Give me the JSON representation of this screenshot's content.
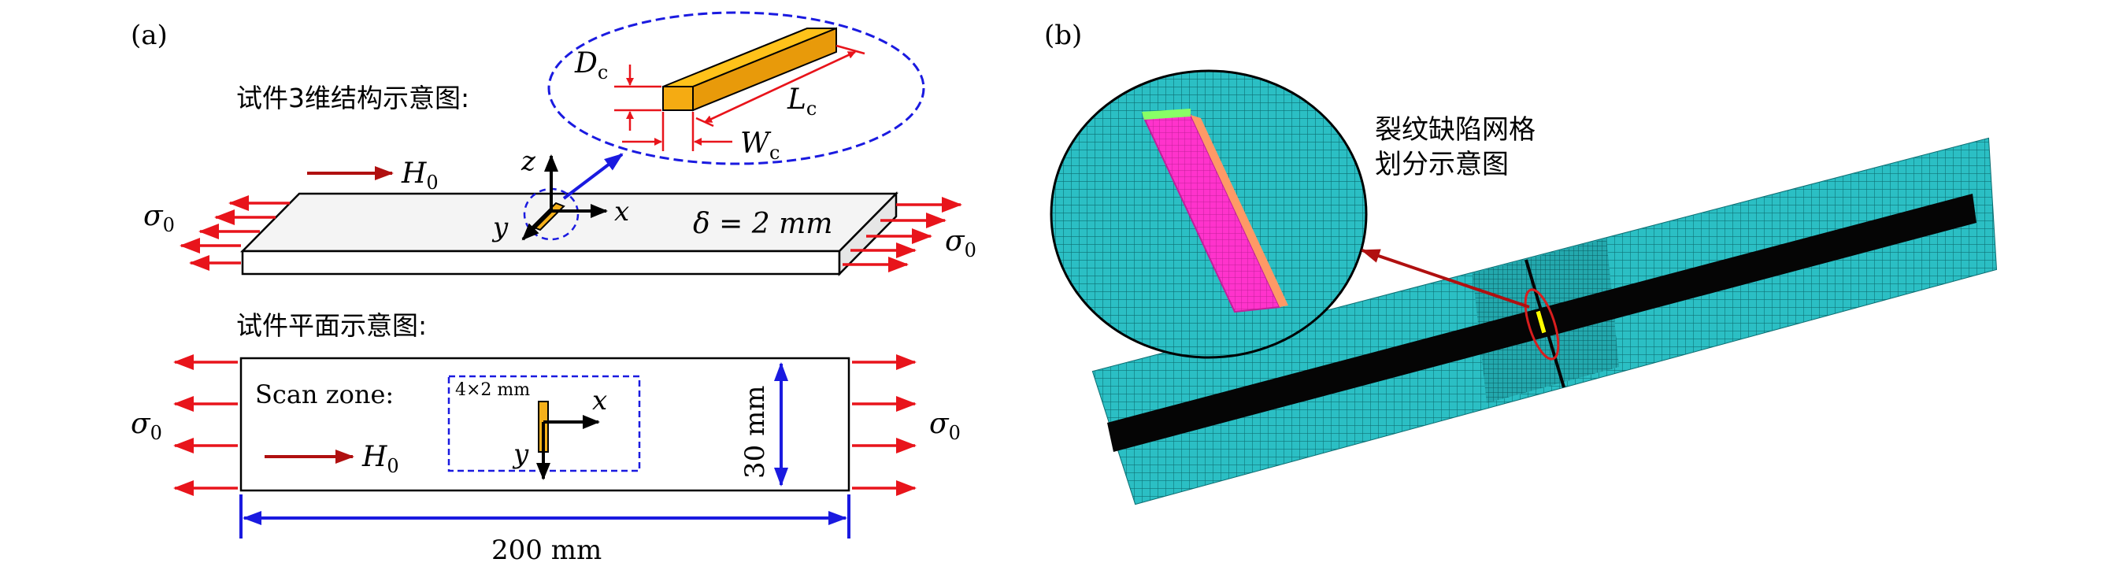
{
  "panel_a": {
    "label": "(a)",
    "title_3d": "试件3维结构示意图:",
    "title_plan": "试件平面示意图:",
    "H0": "H",
    "H0_sub": "0",
    "sigma": "σ",
    "sigma_sub": "0",
    "axis_x": "x",
    "axis_y": "y",
    "axis_z": "z",
    "thickness": "δ = 2 mm",
    "Dc": "D",
    "Lc": "L",
    "Wc": "W",
    "c_sub": "c",
    "scan_zone": "Scan zone:",
    "scan_size": "4×2 mm",
    "width": "30 mm",
    "length": "200 mm"
  },
  "panel_b": {
    "label": "(b)",
    "caption_line1": "裂纹缺陷网格",
    "caption_line2": "划分示意图"
  },
  "colors": {
    "stress_arrow": "#e8141b",
    "field_arrow": "#b01010",
    "dimension": "#1a1ae0",
    "crack": "#f5b01a",
    "mesh": "#2bbfc4",
    "mesh_line": "#0d6f73",
    "defect": "#ff33cc",
    "band": "#050505",
    "highlight": "#ffff00"
  }
}
